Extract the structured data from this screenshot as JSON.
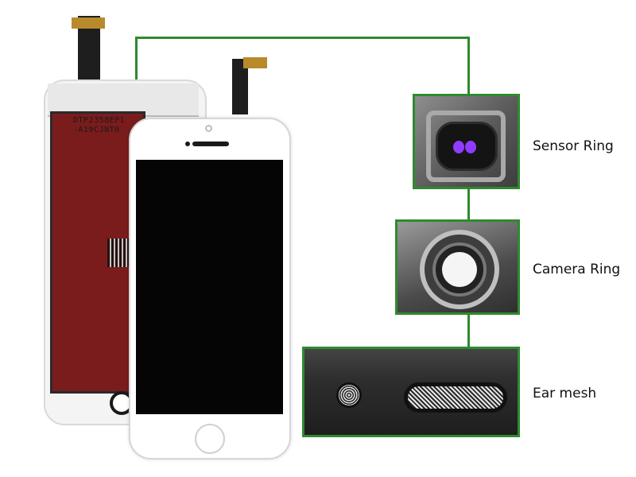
{
  "back_panel": {
    "label_line1": "DTP2358EP1",
    "label_line2": "-A19CJNT0"
  },
  "details": [
    {
      "label": "Sensor Ring"
    },
    {
      "label": "Camera Ring"
    },
    {
      "label": "Ear mesh"
    }
  ],
  "colors": {
    "accent_green": "#2e8b2e",
    "sensor_purple": "#8e3cff"
  }
}
